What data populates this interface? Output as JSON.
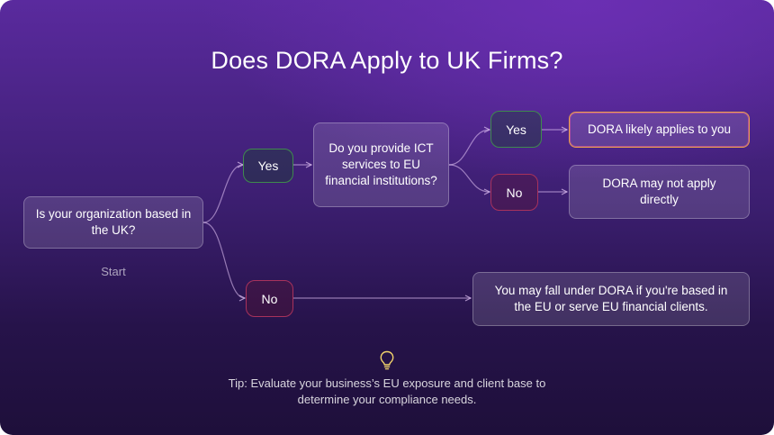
{
  "title": "Does DORA Apply to UK Firms?",
  "nodes": {
    "start_question": "Is your organization based in the UK?",
    "start_label": "Start",
    "yes_1": "Yes",
    "no_1": "No",
    "ict_question": "Do you provide ICT services to EU financial institutions?",
    "yes_2": "Yes",
    "no_2": "No",
    "result_applies": "DORA likely applies to you",
    "result_may_not": "DORA may not apply directly",
    "result_eu": "You may fall under DORA if you're based in the EU or serve EU financial clients."
  },
  "tip": {
    "icon": "lightbulb-icon",
    "text": "Tip: Evaluate your business’s EU exposure and client base to determine your compliance needs."
  },
  "colors": {
    "yes_border": "#3f8a4e",
    "no_border": "#a8325c",
    "highlight_border": "#e9a24c",
    "icon": "#f2d36b"
  }
}
